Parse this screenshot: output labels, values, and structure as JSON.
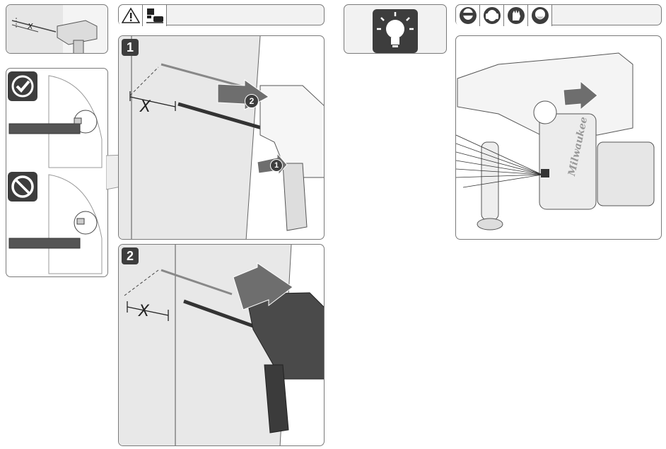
{
  "left_page": {
    "header_icons": [
      "warning-triangle-icon",
      "depth-stop-icon"
    ],
    "steps": [
      {
        "number": "1",
        "dimension_label": "X",
        "callouts": [
          "2",
          "1"
        ]
      },
      {
        "number": "2",
        "dimension_label": "X"
      }
    ],
    "thumbnail_dimension_label": "X",
    "status_icons": [
      "check-circle-icon",
      "no-entry-circle-icon"
    ]
  },
  "right_page": {
    "tip_icon": "light-bulb-icon",
    "ppe_icons": [
      "eye-protection-icon",
      "ear-protection-icon",
      "gloves-icon",
      "dust-mask-icon"
    ],
    "brand_text": "Milwaukee"
  },
  "colors": {
    "panel_border": "#7a7a7a",
    "dark_badge": "#3d3d3d",
    "arrow_gray": "#6e6e6e",
    "concrete": "#e8e8e8"
  }
}
